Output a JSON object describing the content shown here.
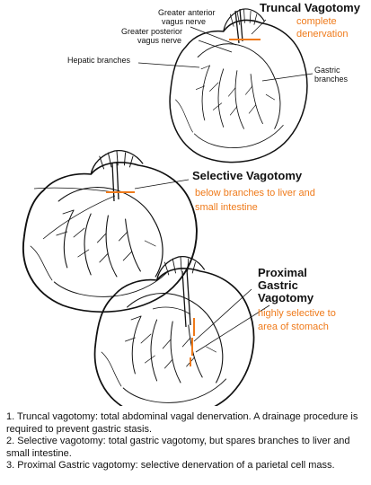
{
  "colors": {
    "ink": "#111111",
    "accent": "#ef7a1a",
    "background": "#ffffff"
  },
  "panels": {
    "truncal": {
      "heading": "Truncal Vagotomy",
      "note_lines": [
        "complete",
        "denervation"
      ],
      "labels": {
        "anterior_lines": [
          "Greater anterior",
          "vagus nerve"
        ],
        "posterior_lines": [
          "Greater posterior",
          "vagus nerve"
        ],
        "hepatic": "Hepatic branches",
        "gastric_lines": [
          "Gastric",
          "branches"
        ]
      }
    },
    "selective": {
      "heading": "Selective Vagotomy",
      "note_lines": [
        "below branches to liver and",
        "small intestine"
      ]
    },
    "proximal": {
      "heading_lines": [
        "Proximal",
        "Gastric",
        "Vagotomy"
      ],
      "note_lines": [
        "highly selective to",
        "area of stomach"
      ]
    }
  },
  "legend": [
    "1. Truncal vagotomy: total abdominal vagal denervation. A drainage procedure is required to prevent gastric stasis.",
    "2. Selective vagotomy: total gastric vagotomy, but spares branches to liver and small intestine.",
    "3. Proximal Gastric vagotomy: selective denervation of a parietal cell mass."
  ]
}
